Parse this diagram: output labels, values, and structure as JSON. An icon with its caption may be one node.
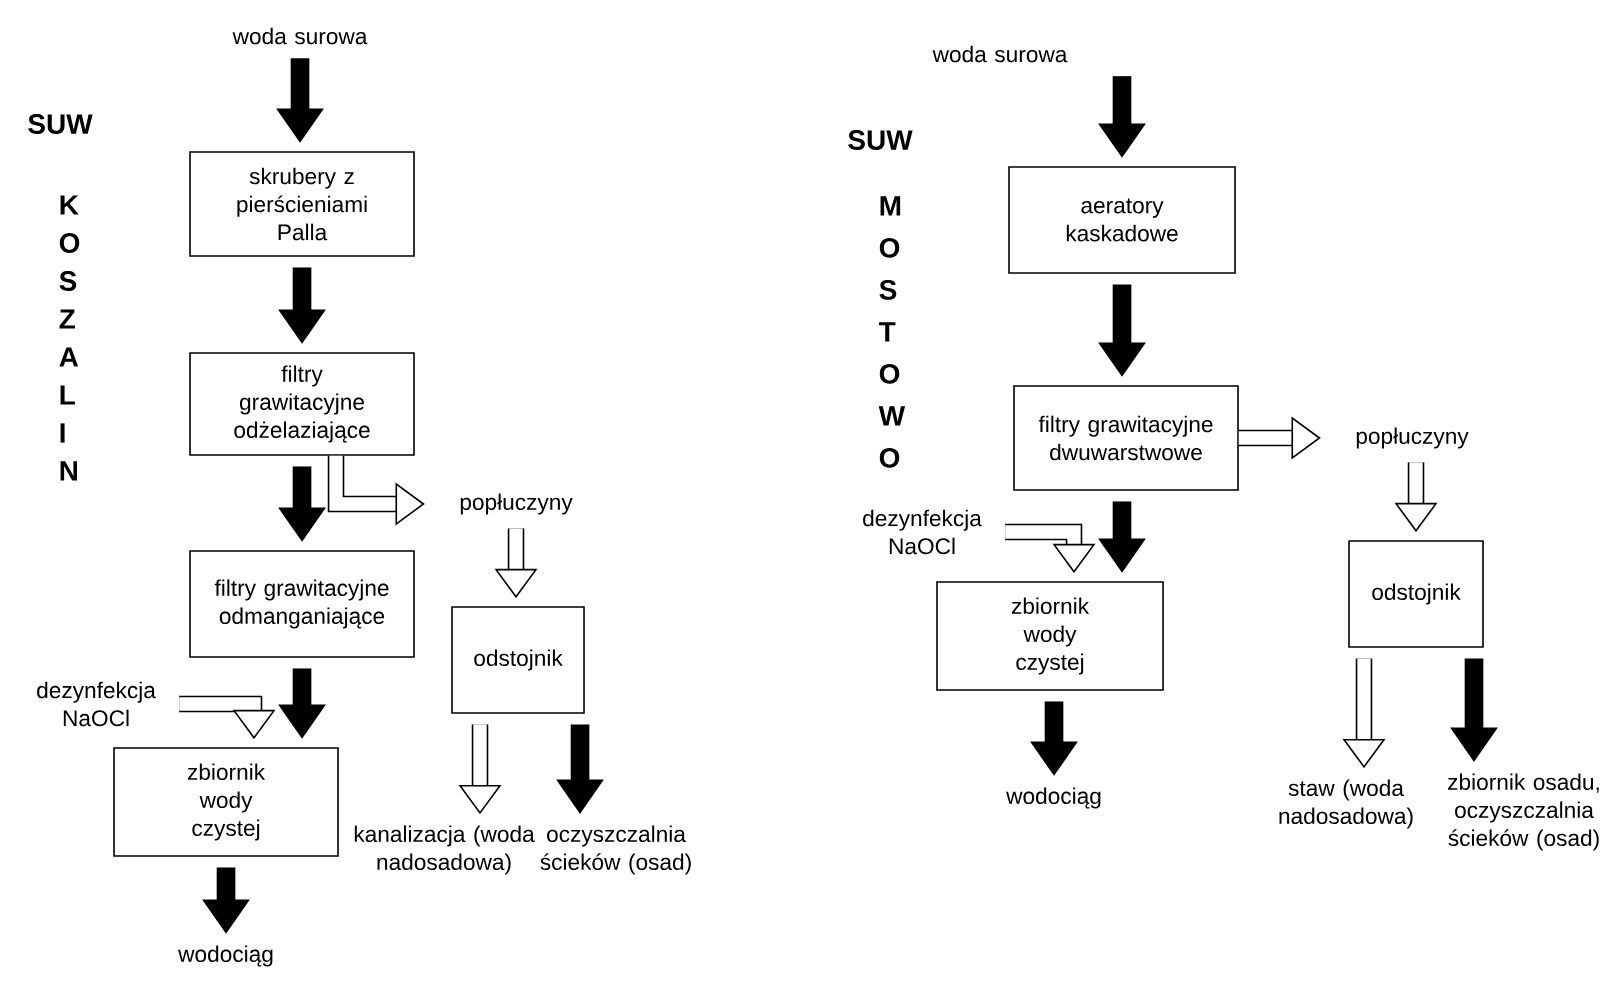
{
  "diagram": {
    "nodes": [
      {
        "text": [
          "woda surowa"
        ]
      },
      {
        "text": [
          "skrubery z pierścieniami Palla"
        ]
      },
      {
        "text": [
          "filtry grawitacyjne odżelaziające"
        ]
      },
      {
        "text": [
          "filtry grawitacyjne odmanganiające"
        ]
      },
      {
        "text": [
          "dezynfekcja NaOCl"
        ]
      },
      {
        "text": [
          "zbiornik wody czystej"
        ]
      },
      {
        "text": [
          "wodociąg"
        ]
      },
      {
        "text": [
          "popłuczyny"
        ]
      },
      {
        "text": [
          "odstojnik"
        ]
      },
      {
        "text": [
          "kanalizacja (woda nadosadowa)"
        ]
      },
      {
        "text": [
          "oczyszczalnia ścieków (osad)"
        ]
      },
      {
        "text": [
          "woda surowa"
        ]
      },
      {
        "text": [
          "aeratory kaskadowe"
        ]
      },
      {
        "text": [
          "filtry grawitacyjne dwuwarstwowe"
        ]
      },
      {
        "text": [
          "dezynfekcja NaOCl"
        ]
      },
      {
        "text": [
          "zbiornik wody czystej"
        ]
      },
      {
        "text": [
          "wodociąg"
        ]
      },
      {
        "text": [
          "popłuczyny"
        ]
      },
      {
        "text": [
          "odstojnik"
        ]
      },
      {
        "text": [
          "staw (woda nadosadowa)"
        ]
      },
      {
        "text": [
          "zbiornik osadu, oczyszczalnia ścieków (osad)"
        ]
      }
    ],
    "edges": [
      {
        "from": 0,
        "to": 1,
        "arrow": "to"
      },
      {
        "from": 1,
        "to": 2,
        "arrow": "to"
      },
      {
        "from": 2,
        "to": 3,
        "arrow": "to"
      },
      {
        "from": 2,
        "to": 7,
        "arrow": "to"
      },
      {
        "from": 7,
        "to": 8,
        "arrow": "to"
      },
      {
        "from": 3,
        "to": 5,
        "arrow": "to"
      },
      {
        "from": 4,
        "to": 5,
        "arrow": "to"
      },
      {
        "from": 5,
        "to": 6,
        "arrow": "to"
      },
      {
        "from": 8,
        "to": 9,
        "arrow": "to"
      },
      {
        "from": 8,
        "to": 10,
        "arrow": "to"
      },
      {
        "from": 11,
        "to": 12,
        "arrow": "to"
      },
      {
        "from": 12,
        "to": 13,
        "arrow": "to"
      },
      {
        "from": 13,
        "to": 17,
        "arrow": "to"
      },
      {
        "from": 13,
        "to": 15,
        "arrow": "to"
      },
      {
        "from": 14,
        "to": 15,
        "arrow": "to"
      },
      {
        "from": 15,
        "to": 16,
        "arrow": "to"
      },
      {
        "from": 17,
        "to": 18,
        "arrow": "to"
      },
      {
        "from": 18,
        "to": 19,
        "arrow": "to"
      },
      {
        "from": 18,
        "to": 20,
        "arrow": "to"
      }
    ],
    "labels": [
      "SUW",
      "KOSZALIN",
      "SUW",
      "MOSTOWO"
    ]
  }
}
